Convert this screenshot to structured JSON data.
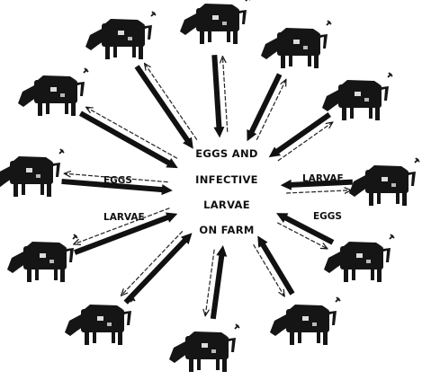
{
  "center": {
    "lines": [
      "EGGS AND",
      "INFECTIVE",
      "LARVAE",
      "ON FARM"
    ]
  },
  "left_labels": {
    "top": "EGGS",
    "bottom": "LARVAE"
  },
  "right_labels": {
    "top": "LARVAE",
    "bottom": "EGGS"
  },
  "animal": {
    "icon": "cow-icon",
    "count": 12,
    "color": "#151515"
  }
}
